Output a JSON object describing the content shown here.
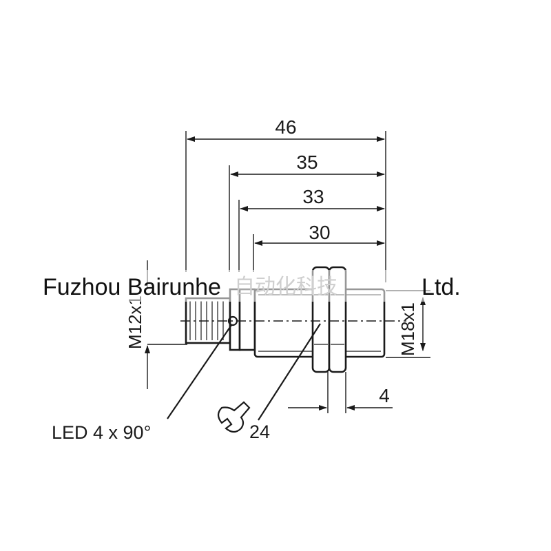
{
  "dimensions": {
    "overall": "46",
    "housing": "35",
    "thread": "33",
    "sensing": "30",
    "nut": "4"
  },
  "threads": {
    "connector": "M12x1",
    "housing": "M18x1"
  },
  "labels": {
    "led": "LED 4 x 90°",
    "wrench": "24"
  },
  "watermark": {
    "company_left": "Fuzhou Bairunhe",
    "company_cjk": "自动化科技",
    "company_right": "Ltd."
  },
  "icons": {
    "wrench": "wrench-icon"
  }
}
